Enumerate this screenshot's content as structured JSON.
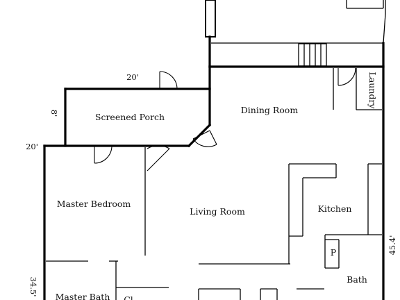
{
  "rooms": {
    "screened_porch": "Screened Porch",
    "dining_room": "Dining Room",
    "laundry": "Laundry",
    "master_bedroom": "Master Bedroom",
    "living_room": "Living Room",
    "kitchen": "Kitchen",
    "pantry": "P",
    "bath": "Bath",
    "master_bath": "Master Bath",
    "closet": "Cl"
  },
  "dimensions": {
    "porch_width": "20'",
    "porch_depth": "8'",
    "bedroom_width": "20'",
    "left_length": "34.5'",
    "right_length": "45.4'"
  }
}
